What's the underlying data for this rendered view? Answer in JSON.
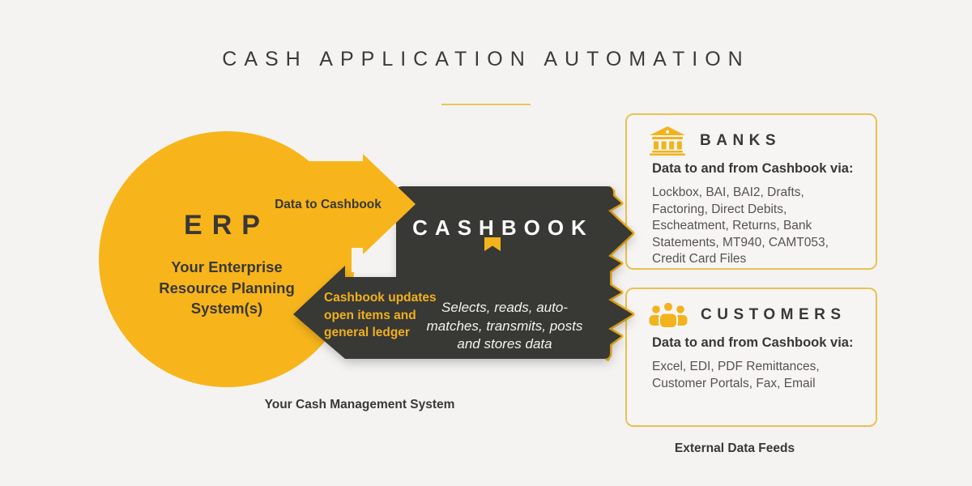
{
  "title": {
    "text": "CASH APPLICATION AUTOMATION"
  },
  "erp": {
    "label": "ERP",
    "subtitle": "Your Enterprise Resource Planning System(s)",
    "caption": "Your Cash Management System"
  },
  "flows": {
    "to_cashbook": "Data to Cashbook",
    "from_cashbook": "Cashbook updates open items and general ledger"
  },
  "cashbook": {
    "label": "CASHBOOK",
    "description": "Selects, reads, auto-matches, transmits, posts and stores data"
  },
  "external": {
    "banks": {
      "label": "BANKS",
      "heading": "Data to and from Cashbook via:",
      "channels": "Lockbox, BAI, BAI2, Drafts, Factoring, Direct Debits, Escheatment, Returns, Bank Statements, MT940, CAMT053, Credit Card Files"
    },
    "customers": {
      "label": "CUSTOMERS",
      "heading": "Data to and from Cashbook via:",
      "channels": "Excel, EDI, PDF Remittances, Customer Portals, Fax, Email"
    },
    "caption": "External Data Feeds"
  },
  "colors": {
    "background": "#f4f3f1",
    "brand_yellow": "#f7b51b",
    "dark": "#393735",
    "yellow_text_on_dark": "#f0b01d",
    "box_border_yellow": "#ebc052",
    "heading_dark": "#3a3835",
    "body_gray": "#57534e"
  }
}
